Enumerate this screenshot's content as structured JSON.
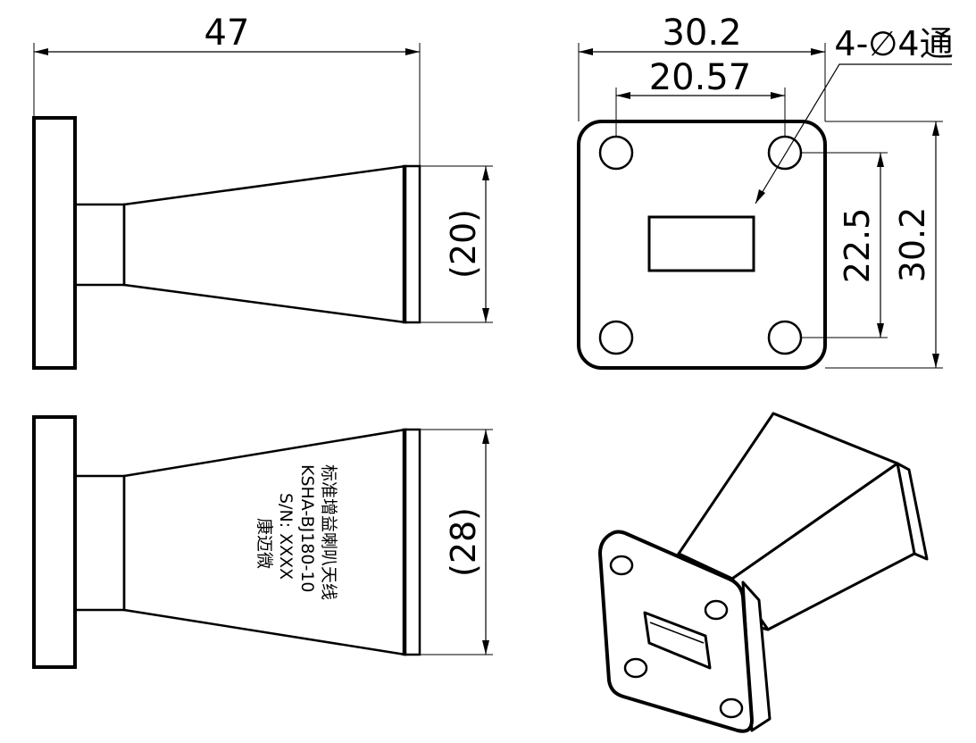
{
  "drawing": {
    "side_view_top": {
      "overall_length": "47",
      "aperture_dimension": "(20)"
    },
    "side_view_bottom": {
      "aperture_dimension": "(28)",
      "engraving": {
        "line1": "标准增益喇叭天线",
        "line2": "KSHA-BJ180-10",
        "line3": "S/N: XXXX",
        "line4": "康迈微"
      }
    },
    "flange_view": {
      "outer_width": "30.2",
      "hole_spacing_x": "20.57",
      "hole_spacing_y": "22.5",
      "outer_height": "30.2",
      "hole_callout": "4-∅4通"
    }
  },
  "colors": {
    "line": "#000000",
    "background": "#ffffff"
  }
}
